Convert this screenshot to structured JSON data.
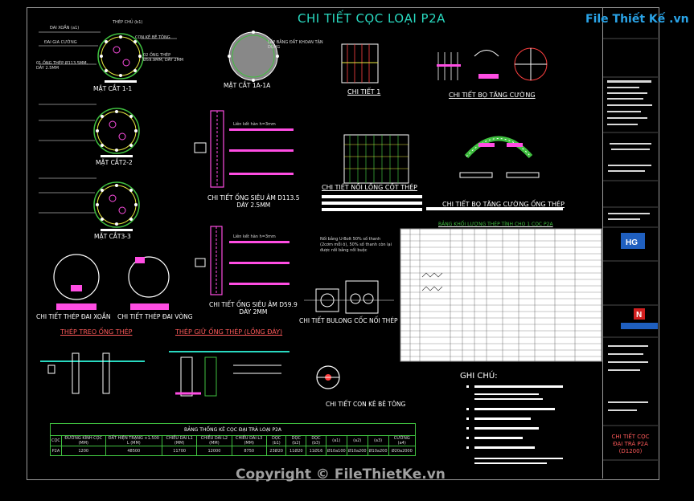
{
  "title": "CHI TIẾT CỌC LOẠI P2A",
  "watermark_logo": "File Thiết Kế .vn",
  "copyright": "Copyright © FileThietKe.vn",
  "sections": {
    "mc11": "MẶT CẮT 1-1",
    "mc22": "MẶT CẮT2-2",
    "mc33": "MẶT CẮT3-3",
    "mc1a": "MẶT CẮT 1A-1A",
    "ct1": "CHI TIẾT 1",
    "ct_bo_tang_cuong": "CHI TIẾT BỌ TĂNG CƯỜNG",
    "ct_noi_long": "CHI TIẾT NỐI LỒNG CỐT THÉP",
    "ct_bo_ong_thep": "CHI TIẾT BỌ TĂNG CƯỜNG ỐNG THÉP",
    "ct_ong_113": "CHI TIẾT ỐNG SIÊU ÂM D113.5\nDÀY 2.5MM",
    "ct_ong_59": "CHI TIẾT ỐNG SIÊU ÂM D59.9\nDÀY 2MM",
    "ct_dai_xoan": "CHI TIẾT THÉP ĐAI XOẮN",
    "ct_dai_vong": "CHI TIẾT THÉP ĐAI VÒNG",
    "ct_bulong": "CHI TIẾT BULONG CỐC NỐI THÉP",
    "thep_treo": "THÉP TREO ỐNG THÉP",
    "thep_giu": "THÉP GIỮ ỐNG THÉP (LỒNG ĐÁY)",
    "con_ke": "CHI TIẾT CON KÊ BÊ TÔNG",
    "bang_khoi_luong": "BẢNG KHỐI LƯỢNG THÉP TÍNH CHO 1 CỌC P2A",
    "ghi_chu": "GHI CHÚ:",
    "sheet_title": "CHI TIẾT CỌC ĐẠI TRÀ P2A (D1200)"
  },
  "labels": {
    "dai_xoan": "ĐAI XOẮN (a1)",
    "dai_gia_cuong": "ĐAI GIA CƯỜNG",
    "thep_chu": "THÉP CHỦ (b1)",
    "con_ke": "CON KÊ BÊ TÔNG",
    "ong_thep_113": "01 ỐNG THÉP Ø113.5MM, DÀY 2.5MM",
    "ong_thep_59": "02 ỐNG THÉP Ø59.9MM, DÀY 2MM",
    "lap_bang_dat": "LẤP BẰNG ĐẤT KHOAN TẬN DỤNG",
    "lien_ket": "Liên kết hàn h=3mm",
    "noi_bang": "Nối bằng U-Bolt 50% số thanh (2cơm mỗi ô), 50% số thanh còn lại được nối bằng nối buộc"
  },
  "bottom_table": {
    "title": "BẢNG THỐNG KÊ CỌC ĐẠI TRÀ LOẠI P2A",
    "headers": [
      "CỌC",
      "ĐƯỜNG KÍNH CỌC (MM)",
      "ĐẤT HIỆN TRẠNG +1.500 L (MM)",
      "CHIỀU DÀI L1 (MM)",
      "CHIỀU DÀI L2 (MM)",
      "CHIỀU DÀI L3 (MM)",
      "DỌC (b1)",
      "DỌC (b2)",
      "DỌC (b3)",
      "(a1)",
      "(a2)",
      "(a3)",
      "CƯỜNG (a4)"
    ],
    "row": [
      "P2A",
      "1200",
      "48500",
      "11700",
      "12000",
      "8750",
      "23Ø20",
      "11Ø20",
      "11Ø16",
      "Ø10a100",
      "Ø10a200",
      "Ø10a200",
      "Ø20a2000"
    ]
  },
  "colors": {
    "cyan": "#29d9c0",
    "magenta": "#ff4de3",
    "green": "#3fbf3f",
    "red": "#ff4040",
    "yellow": "#e8e840"
  }
}
